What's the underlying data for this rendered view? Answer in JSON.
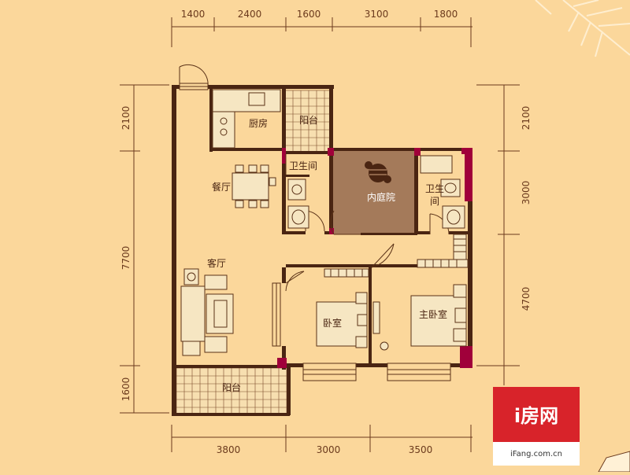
{
  "dimensions": {
    "top": [
      "1400",
      "2400",
      "1600",
      "3100",
      "1800"
    ],
    "bottom": [
      "3800",
      "3000",
      "3500"
    ],
    "left": [
      "2100",
      "7700",
      "1600"
    ],
    "right": [
      "2100",
      "3000",
      "4700"
    ]
  },
  "rooms": {
    "kitchen": "厨房",
    "balcony_top": "阳台",
    "bathroom_left": "卫生间",
    "courtyard": "内庭院",
    "bathroom_right_line1": "卫生",
    "bathroom_right_line2": "间",
    "dining": "餐厅",
    "living": "客厅",
    "bedroom": "卧室",
    "master_bedroom": "主卧室",
    "balcony_bottom": "阳台"
  },
  "watermark": {
    "logo_text": "i房网",
    "site": "iFang.com.cn"
  },
  "colors": {
    "background": "#fbd79b",
    "wall": "#4a2512",
    "accent_wall": "#a0003a",
    "courtyard": "#a47a5a",
    "logo_red": "#d8232a"
  }
}
